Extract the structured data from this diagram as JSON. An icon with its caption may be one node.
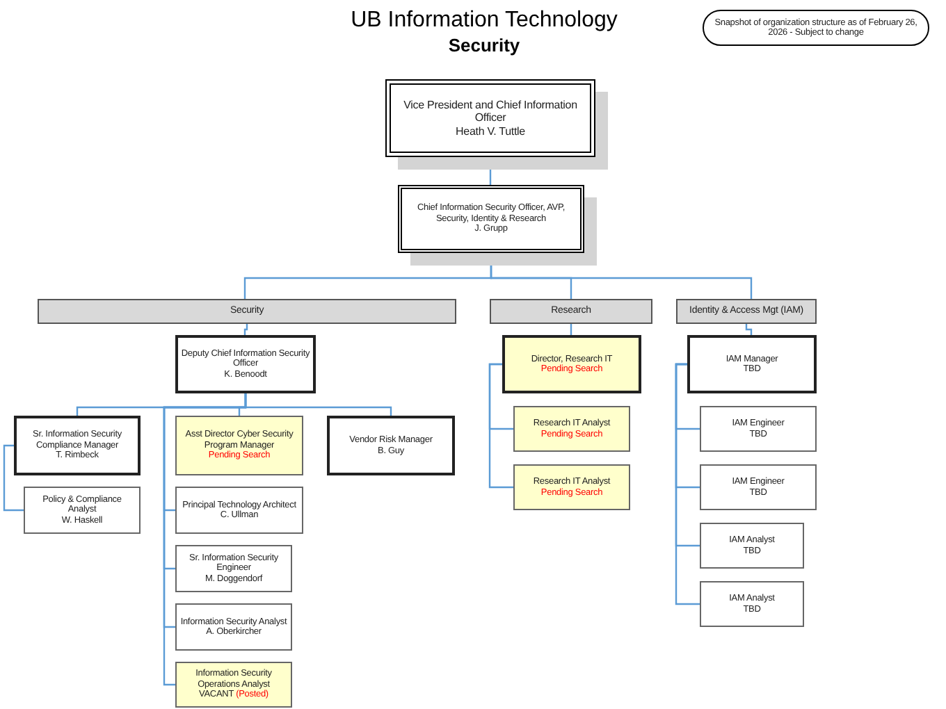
{
  "diagram": {
    "title": "UB Information Technology",
    "nodes": [
      {
        "text": [
          "Snapshot of organization structure as of February 26, 2026 - Subject to change"
        ]
      },
      {
        "text": [
          "Vice President and Chief Information Officer",
          "Heath V. Tuttle"
        ]
      },
      {
        "text": [
          "Chief Information Security Officer, AVP, Security, Identity & Research",
          "J. Grupp"
        ]
      },
      {
        "text": [
          "Security"
        ]
      },
      {
        "text": [
          "Research"
        ]
      },
      {
        "text": [
          "Identity & Access Mgt (IAM)"
        ]
      },
      {
        "text": [
          "Deputy Chief Information Security Officer",
          "K. Benoodt"
        ]
      },
      {
        "text": [
          "Sr. Information Security Compliance Manager",
          "T. Rimbeck"
        ]
      },
      {
        "text": [
          "Asst Director Cyber Security Program Manager",
          "Pending Search"
        ]
      },
      {
        "text": [
          "Vendor Risk Manager",
          "B. Guy"
        ]
      },
      {
        "text": [
          "Policy & Compliance Analyst",
          "W. Haskell"
        ]
      },
      {
        "text": [
          "Principal Technology Architect",
          "C. Ullman"
        ]
      },
      {
        "text": [
          "Sr. Information Security Engineer",
          "M. Doggendorf"
        ]
      },
      {
        "text": [
          "Information Security Analyst",
          "A. Oberkircher"
        ]
      },
      {
        "text": [
          "Information Security Operations Analyst",
          "VACANT",
          "(Posted)"
        ]
      },
      {
        "text": [
          "Director, Research IT",
          "Pending Search"
        ]
      },
      {
        "text": [
          "Research IT Analyst",
          "Pending Search"
        ]
      },
      {
        "text": [
          "Research IT Analyst",
          "Pending Search"
        ]
      },
      {
        "text": [
          "IAM Manager",
          "TBD"
        ]
      },
      {
        "text": [
          "IAM Engineer",
          "TBD"
        ]
      },
      {
        "text": [
          "IAM Engineer",
          "TBD"
        ]
      },
      {
        "text": [
          "IAM Analyst",
          "TBD"
        ]
      },
      {
        "text": [
          "IAM Analyst",
          "TBD"
        ]
      }
    ],
    "edges": [
      {
        "from": 1,
        "to": 2,
        "arrow": "none"
      },
      {
        "from": 2,
        "to": 3,
        "arrow": "none"
      },
      {
        "from": 2,
        "to": 4,
        "arrow": "none"
      },
      {
        "from": 2,
        "to": 5,
        "arrow": "none"
      },
      {
        "from": 3,
        "to": 6,
        "arrow": "none"
      },
      {
        "from": 4,
        "to": 15,
        "arrow": "none"
      },
      {
        "from": 5,
        "to": 18,
        "arrow": "none"
      },
      {
        "from": 6,
        "to": 7,
        "arrow": "none"
      },
      {
        "from": 6,
        "to": 8,
        "arrow": "none"
      },
      {
        "from": 6,
        "to": 9,
        "arrow": "none"
      },
      {
        "from": 6,
        "to": 11,
        "arrow": "none"
      },
      {
        "from": 6,
        "to": 12,
        "arrow": "none"
      },
      {
        "from": 6,
        "to": 13,
        "arrow": "none"
      },
      {
        "from": 6,
        "to": 14,
        "arrow": "none"
      },
      {
        "from": 7,
        "to": 10,
        "arrow": "none"
      },
      {
        "from": 15,
        "to": 16,
        "arrow": "none"
      },
      {
        "from": 15,
        "to": 17,
        "arrow": "none"
      },
      {
        "from": 18,
        "to": 19,
        "arrow": "none"
      },
      {
        "from": 18,
        "to": 20,
        "arrow": "none"
      },
      {
        "from": 18,
        "to": 21,
        "arrow": "none"
      },
      {
        "from": 18,
        "to": 22,
        "arrow": "none"
      }
    ],
    "labels": [
      "Security"
    ]
  }
}
